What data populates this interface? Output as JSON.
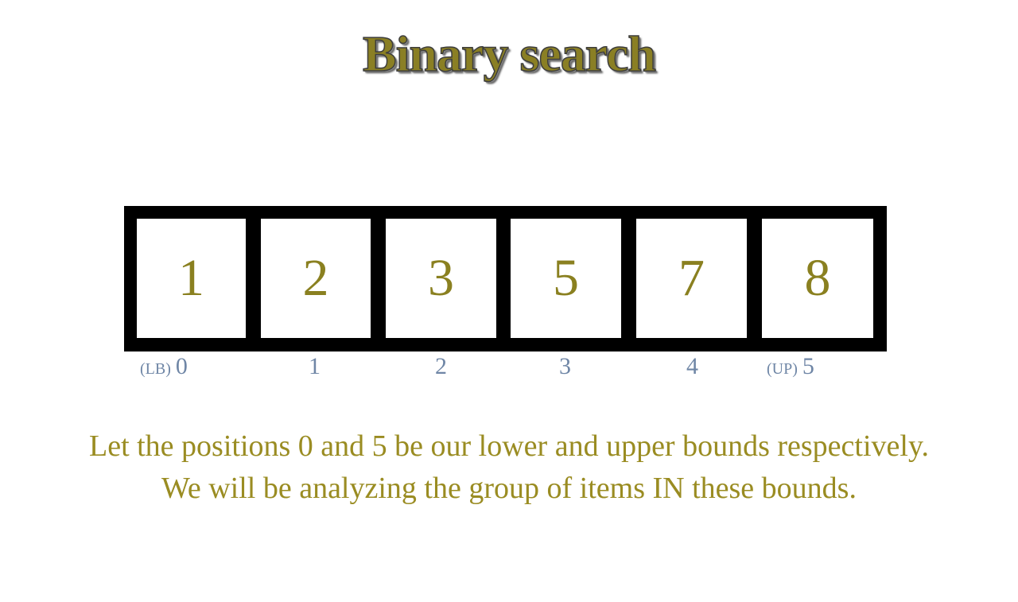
{
  "title": "Binary search",
  "array": {
    "values": [
      "1",
      "2",
      "3",
      "5",
      "7",
      "8"
    ]
  },
  "indices": [
    {
      "tag": "(LB)",
      "num": "0"
    },
    {
      "tag": "",
      "num": "1"
    },
    {
      "tag": "",
      "num": "2"
    },
    {
      "tag": "",
      "num": "3"
    },
    {
      "tag": "",
      "num": "4"
    },
    {
      "tag": "(UP)",
      "num": "5"
    }
  ],
  "caption": {
    "line1": "Let the positions 0 and 5 be our lower and upper bounds respectively.",
    "line2": "We will be analyzing the group of items IN these bounds."
  },
  "colors": {
    "value_text": "#8a8020",
    "index_text": "#6f86a6",
    "caption_text": "#9a8c22",
    "array_border": "#000000"
  }
}
